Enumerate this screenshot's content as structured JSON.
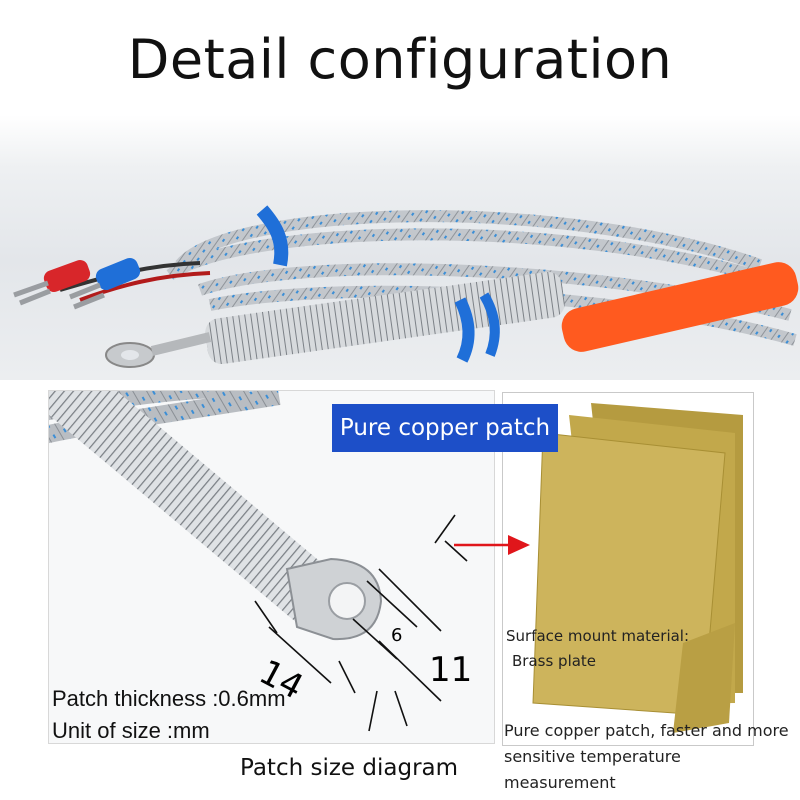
{
  "title": "Detail configuration",
  "callout": "Pure copper patch",
  "dimensions": {
    "length": "14",
    "hole": "6",
    "width": "11"
  },
  "thickness": "Patch thickness :0.6mm",
  "unit": "Unit of size :mm",
  "diagram_caption": "Patch size diagram",
  "surface": {
    "line1": "Surface mount material:",
    "line2": "Brass plate"
  },
  "description": "Pure copper patch, faster and more sensitive temperature measurement",
  "colors": {
    "callout_bg": "#1d4fc8",
    "arrow": "#e0161b",
    "tape_blue": "#1f6fd8",
    "sleeve_orange": "#ff5a1f",
    "brass": "#c9b25a"
  }
}
